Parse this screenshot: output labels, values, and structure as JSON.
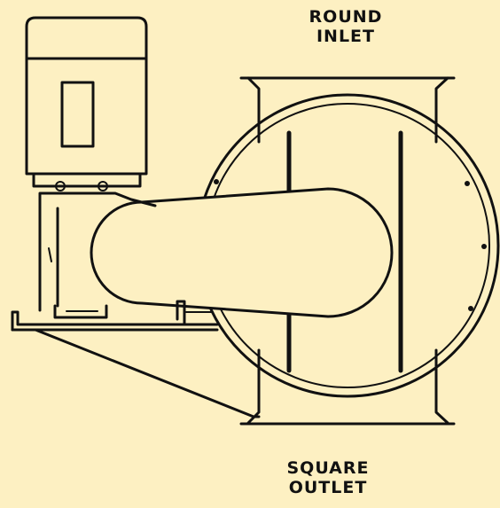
{
  "labels": {
    "inlet_line1": "ROUND",
    "inlet_line2": "INLET",
    "outlet_line1": "SQUARE",
    "outlet_line2": "OUTLET"
  },
  "colors": {
    "background": "#fdf0c2",
    "ink": "#111111"
  }
}
